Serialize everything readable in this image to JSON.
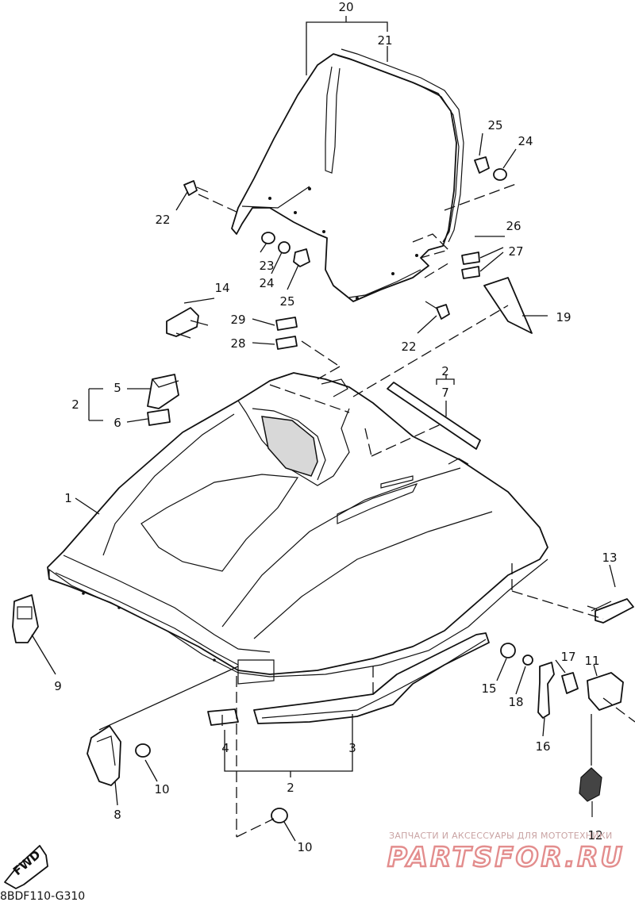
{
  "diagram": {
    "code": "8BDF110-G310",
    "fwd_label": "FWD",
    "watermark_text": "ЗАПЧАСТИ И АКСЕССУАРЫ ДЛЯ МОТОТЕХНИКИ",
    "watermark_logo": "PARTSFOR.RU",
    "callouts": [
      "20",
      "21",
      "25",
      "24",
      "22",
      "23",
      "24",
      "25",
      "26",
      "27",
      "14",
      "29",
      "28",
      "22",
      "19",
      "2",
      "7",
      "5",
      "2",
      "6",
      "1",
      "13",
      "9",
      "17",
      "11",
      "15",
      "18",
      "16",
      "4",
      "3",
      "2",
      "10",
      "8",
      "12",
      "10"
    ]
  }
}
